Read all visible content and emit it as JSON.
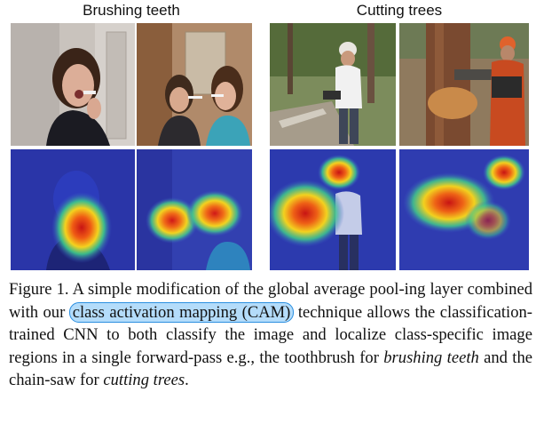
{
  "figure": {
    "left_group_title": "Brushing teeth",
    "right_group_title": "Cutting trees",
    "panels": [
      "original-brushing-1",
      "original-brushing-2",
      "original-cutting-1",
      "original-cutting-2",
      "cam-brushing-1",
      "cam-brushing-2",
      "cam-cutting-1",
      "cam-cutting-2"
    ]
  },
  "caption": {
    "part1": "Figure 1. A simple modification of the global average pool-ing layer combined with our ",
    "highlight": "class activation mapping (CAM)",
    "part2": " technique allows the classification-trained CNN to both classify the image and localize class-specific image regions in a single forward-pass e.g., the toothbrush for ",
    "em1": "brushing teeth",
    "part3": " and the chain-saw for ",
    "em2": "cutting trees",
    "part4": "."
  },
  "colors": {
    "highlight_fill": "#b4dcfa",
    "highlight_border": "#2b8fe0"
  }
}
